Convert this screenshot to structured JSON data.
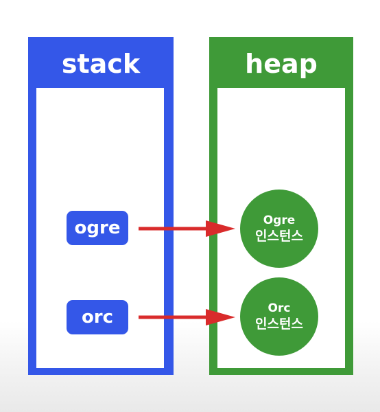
{
  "stack": {
    "title": "stack",
    "variables": [
      "ogre",
      "orc"
    ]
  },
  "heap": {
    "title": "heap",
    "instances": [
      {
        "name": "Ogre",
        "label": "인스턴스"
      },
      {
        "name": "Orc",
        "label": "인스턴스"
      }
    ]
  },
  "colors": {
    "stack": "#3457e8",
    "heap": "#3f9a38",
    "arrow": "#d92b2b"
  }
}
